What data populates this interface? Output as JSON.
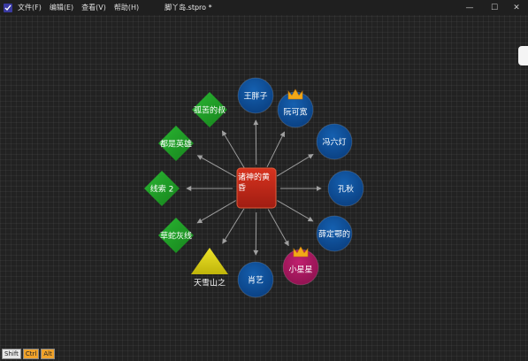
{
  "window": {
    "doc_title": "脚丫岛.stpro *",
    "controls": {
      "minimize": "—",
      "maximize": "☐",
      "close": "✕"
    }
  },
  "menu": [
    "文件(F)",
    "编辑(E)",
    "查看(V)",
    "帮助(H)"
  ],
  "colors": {
    "center_red": "#c0281a",
    "circle_blue": "#0d4f98",
    "diamond_green": "#1f9b26",
    "triangle_yellow": "#d8d012",
    "circle_magenta": "#a8175e",
    "crown_gold": "#f2a818",
    "arrow_gray": "#9a9a9a"
  },
  "center_node": {
    "label": "诸神的黄昏",
    "shape": "rounded-square"
  },
  "nodes": [
    {
      "label": "王胖子",
      "shape": "circle",
      "color": "blue",
      "crown": false
    },
    {
      "label": "阮可宽",
      "shape": "circle",
      "color": "blue",
      "crown": true
    },
    {
      "label": "冯六灯",
      "shape": "circle",
      "color": "blue",
      "crown": false
    },
    {
      "label": "孔秋",
      "shape": "circle",
      "color": "blue",
      "crown": false
    },
    {
      "label": "薛定鄂的",
      "shape": "circle",
      "color": "blue",
      "crown": false
    },
    {
      "label": "小星星",
      "shape": "circle",
      "color": "magenta",
      "crown": true
    },
    {
      "label": "肖艺",
      "shape": "circle",
      "color": "blue",
      "crown": false
    },
    {
      "label": "天雪山之",
      "shape": "triangle",
      "color": "yellow",
      "crown": false
    },
    {
      "label": "草蛇灰线",
      "shape": "diamond",
      "color": "green",
      "crown": false
    },
    {
      "label": "线索 2",
      "shape": "diamond",
      "color": "green",
      "crown": false
    },
    {
      "label": "都是英雄",
      "shape": "diamond",
      "color": "green",
      "crown": false
    },
    {
      "label": "孤苦的叔",
      "shape": "diamond",
      "color": "green",
      "crown": false
    }
  ],
  "modifier_keys": [
    "Shift",
    "Ctrl",
    "Alt"
  ]
}
